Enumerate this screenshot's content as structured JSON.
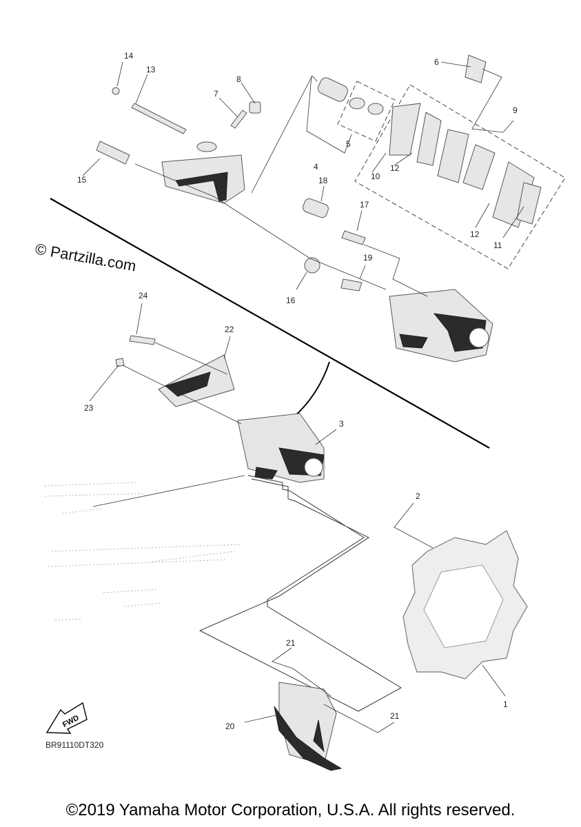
{
  "watermark": "© Partzilla.com",
  "drawing_code": "BR91110DT320",
  "fwd_label": "FWD",
  "copyright": "©2019 Yamaha Motor Corporation, U.S.A. All rights reserved.",
  "callouts": {
    "c1": "1",
    "c2": "2",
    "c3": "3",
    "c4": "4",
    "c5": "5",
    "c6": "6",
    "c7": "7",
    "c8": "8",
    "c9": "9",
    "c10": "10",
    "c11": "11",
    "c12a": "12",
    "c12b": "12",
    "c13": "13",
    "c14": "14",
    "c15": "15",
    "c16": "16",
    "c17": "17",
    "c18": "18",
    "c19": "19",
    "c20": "20",
    "c21a": "21",
    "c21b": "21",
    "c22": "22",
    "c23": "23",
    "c24": "24"
  }
}
